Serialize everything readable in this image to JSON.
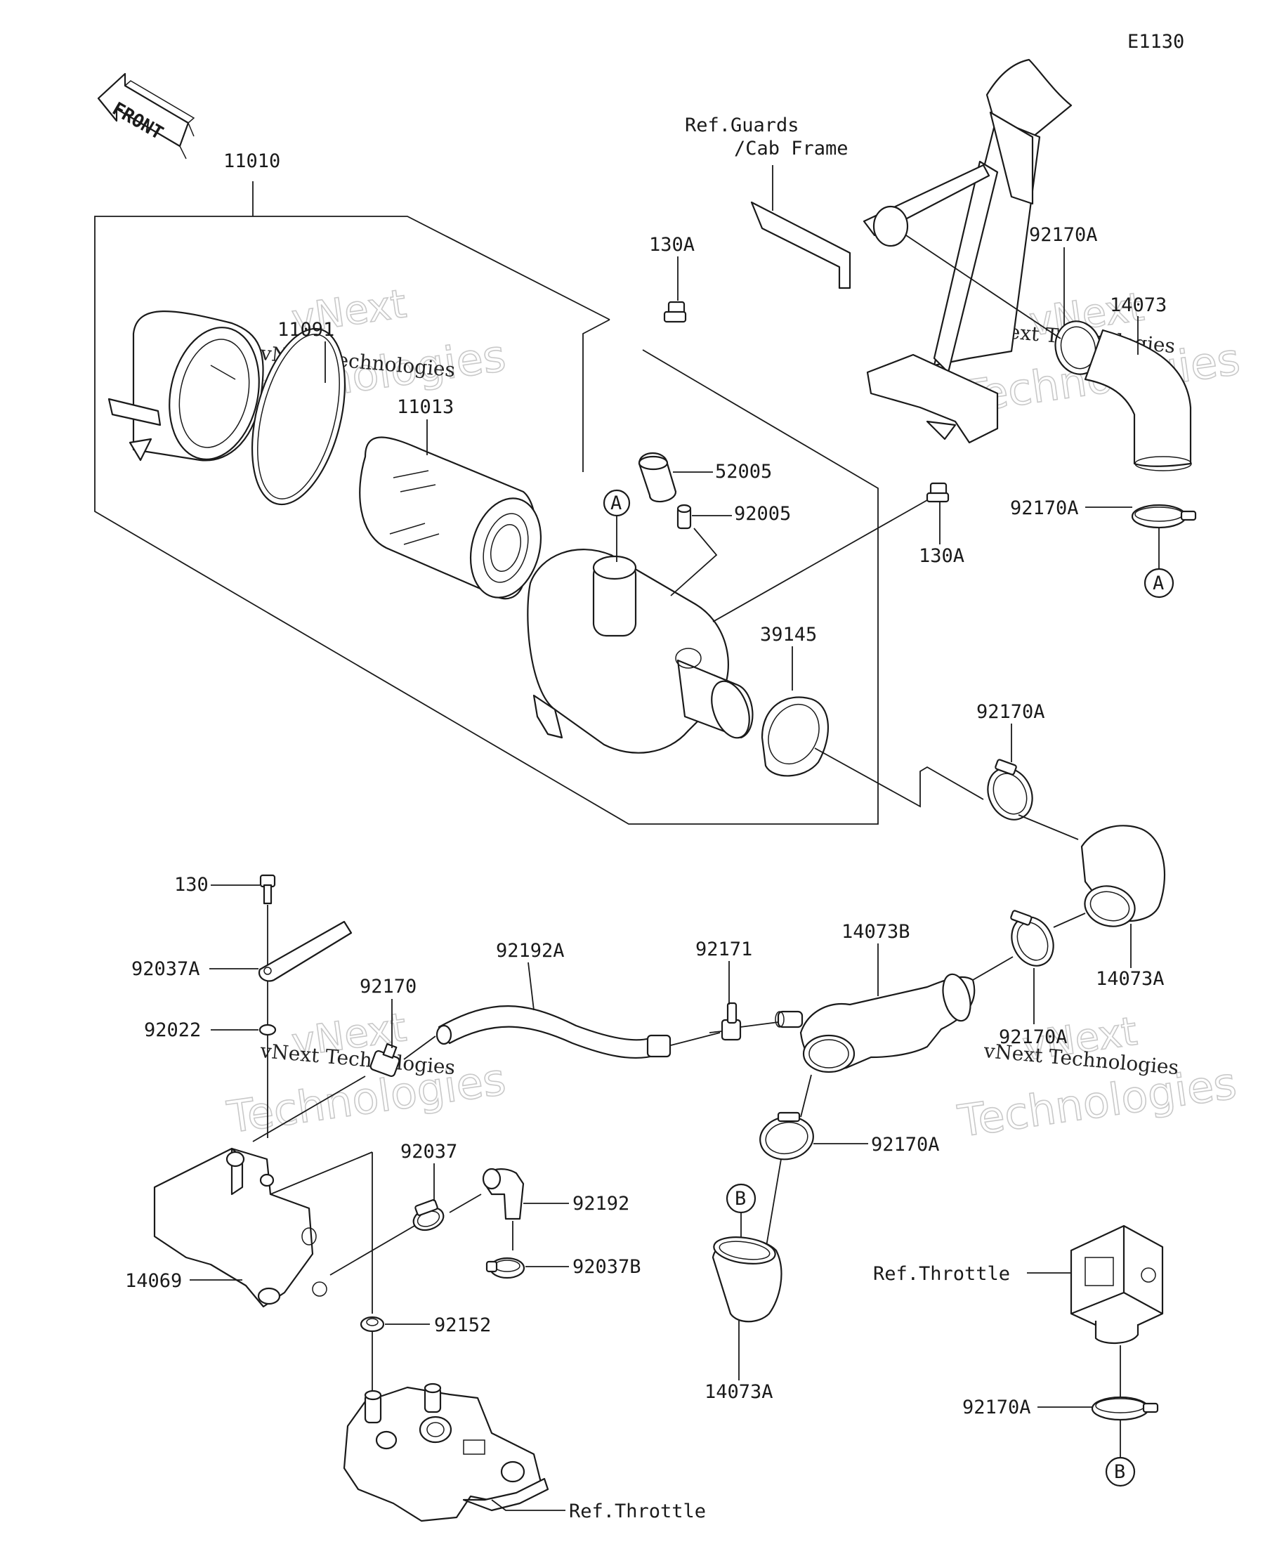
{
  "diagram_code": "E1130",
  "front_label": "FRONT",
  "labels": {
    "p11010": "11010",
    "p11091": "11091",
    "p11013": "11013",
    "p130A_top": "130A",
    "p52005": "52005",
    "p92005": "92005",
    "p130A_right": "130A",
    "p39145": "39145",
    "ref_guards_1": "Ref.Guards",
    "ref_guards_2": "/Cab Frame",
    "p92170A_1": "92170A",
    "p14073": "14073",
    "p92170A_2": "92170A",
    "p92170A_3": "92170A",
    "p14073A_1": "14073A",
    "p92170A_4": "92170A",
    "p14073B": "14073B",
    "p92171": "92171",
    "p92192A": "92192A",
    "p92170": "92170",
    "p130": "130",
    "p92037A": "92037A",
    "p92022": "92022",
    "p92037": "92037",
    "p92192": "92192",
    "p92037B": "92037B",
    "p92152": "92152",
    "p14069": "14069",
    "p92170A_5": "92170A",
    "p14073A_2": "14073A",
    "ref_throttle_1": "Ref.Throttle",
    "p92170A_6": "92170A",
    "ref_throttle_2": "Ref.Throttle"
  },
  "callouts": {
    "a_top": "A",
    "a_right": "A",
    "b_mid": "B",
    "b_bottom": "B"
  },
  "watermarks": {
    "brand": "vNext",
    "word": "Technologies",
    "full": "vNext Technologies"
  }
}
